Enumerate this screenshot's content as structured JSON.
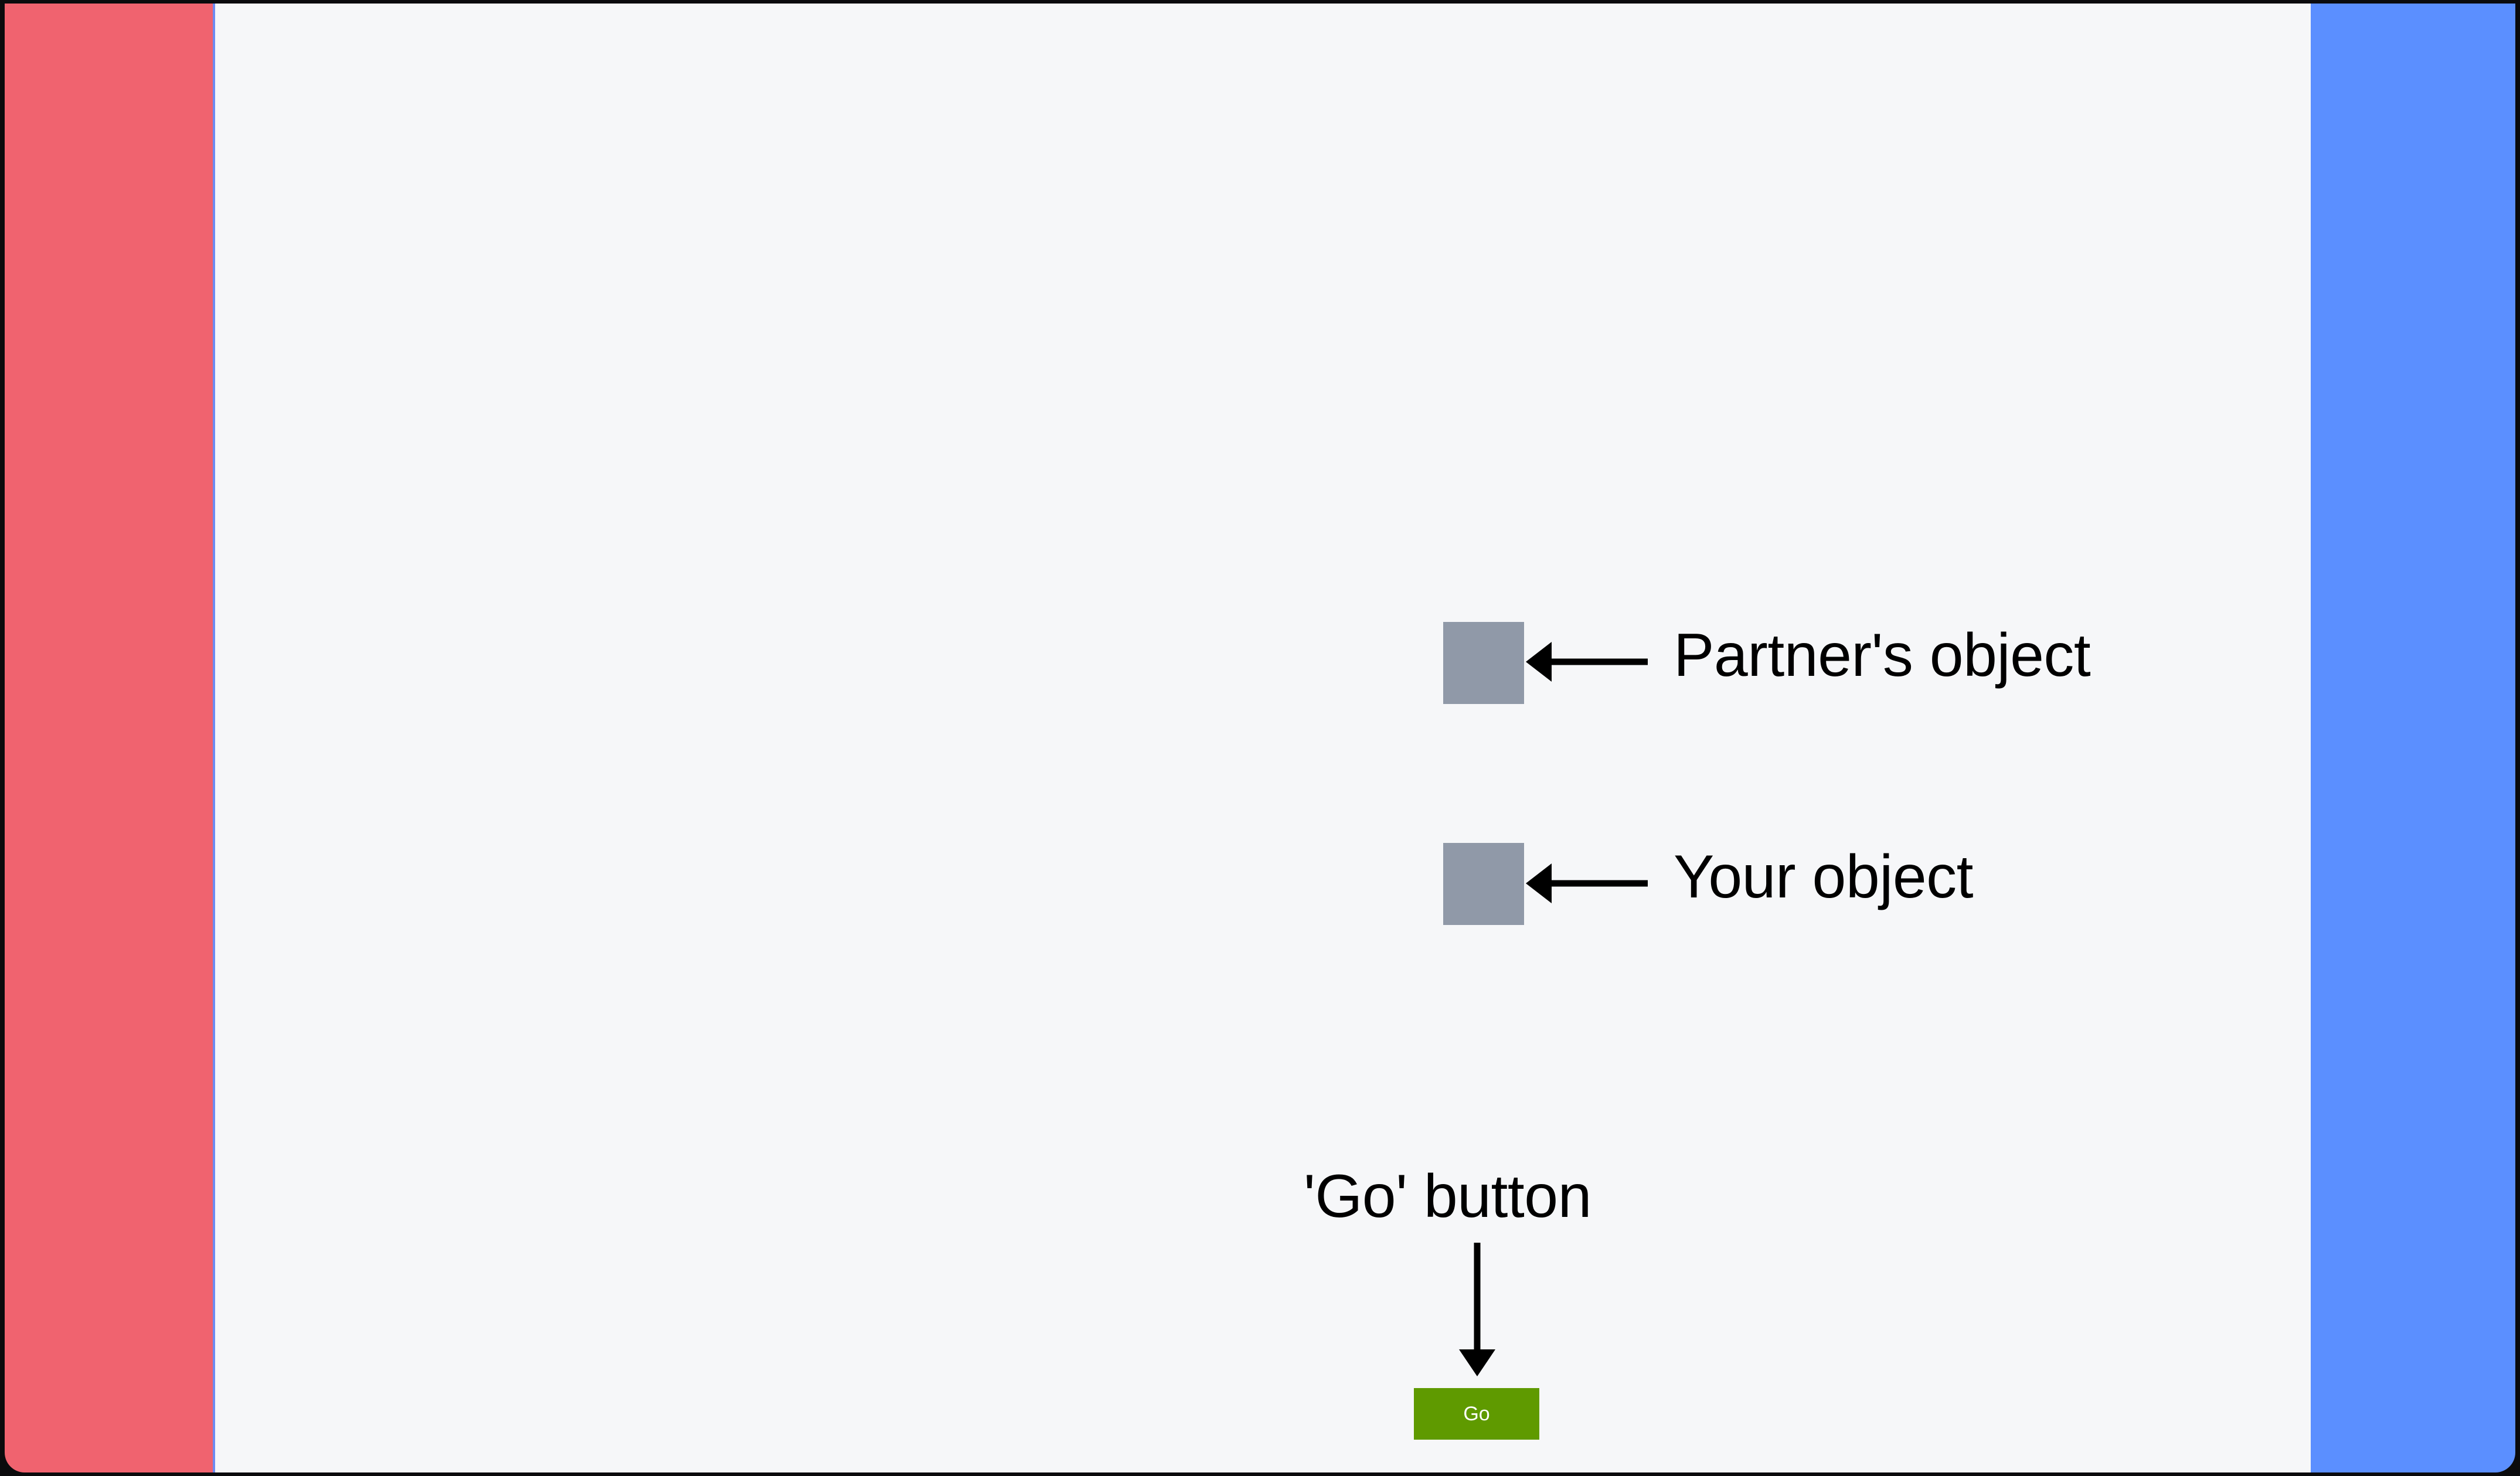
{
  "colors": {
    "left_panel": "#f0636f",
    "right_panel": "#5b8fff",
    "board_background": "#f6f7f9",
    "object_fill": "#9099a8",
    "go_button_fill": "#5f9a00",
    "go_button_text": "#ffffff",
    "annotation_text": "#000000"
  },
  "panels": {
    "left": {
      "name": "left-player-zone"
    },
    "right": {
      "name": "right-player-zone"
    }
  },
  "board": {
    "objects": [
      {
        "id": "partner-object",
        "label": "Partner's object",
        "arrow": "left-arrow"
      },
      {
        "id": "your-object",
        "label": "Your object",
        "arrow": "left-arrow"
      }
    ],
    "go": {
      "annotation": "'Go' button",
      "arrow": "down-arrow",
      "button_label": "Go"
    }
  }
}
